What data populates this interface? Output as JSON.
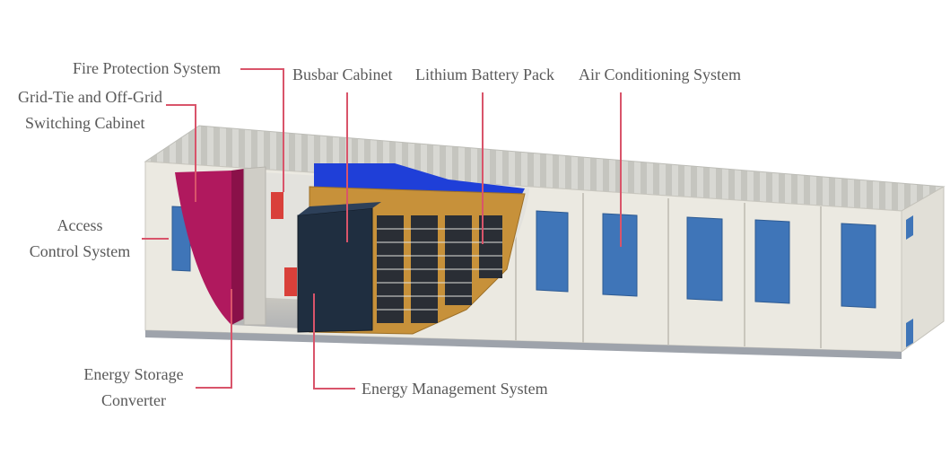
{
  "diagram": {
    "labels": {
      "fire_protection": "Fire Protection System",
      "grid_tie_line1": "Grid-Tie and Off-Grid",
      "grid_tie_line2": "Switching Cabinet",
      "busbar": "Busbar Cabinet",
      "lithium_battery": "Lithium Battery Pack",
      "air_conditioning": "Air Conditioning System",
      "access_line1": "Access",
      "access_line2": "Control System",
      "pcs_line1": "Energy Storage",
      "pcs_line2": "Converter",
      "ems": "Energy Management System"
    },
    "colors": {
      "leader_line": "#d9546a",
      "label_text": "#595959",
      "container_body": "#ebe9e1",
      "container_roof": "#d4d4cf",
      "door_window": "#3f75b8",
      "magenta_cabinet": "#b0195e",
      "busbar_cabinet": "#1f2e40",
      "battery_rack": "#c7913a",
      "battery_top": "#1f3fd8",
      "fire_unit": "#d9403a"
    }
  }
}
